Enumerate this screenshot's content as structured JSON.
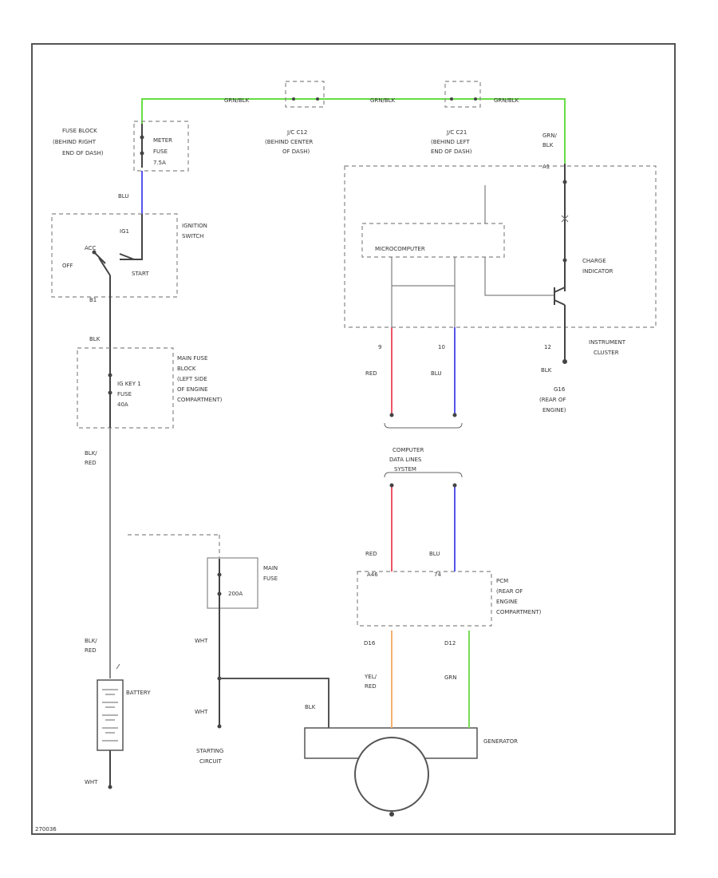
{
  "labels": {
    "wire_color_top_1": "GRN/BLK",
    "wire_color_top_2": "GRN/BLK",
    "wire_color_top_3": "GRN/BLK",
    "fuse_block": [
      "FUSE BLOCK",
      "(BEHIND RIGHT",
      "END OF DASH)"
    ],
    "meter_fuse": [
      "METER",
      "FUSE",
      "7.5A"
    ],
    "jc_center": [
      "J/C C12",
      "(BEHIND CENTER",
      "OF DASH)"
    ],
    "jc_left": [
      "J/C C21",
      "(BEHIND LEFT",
      "END OF DASH)"
    ],
    "grn_blk_right": [
      "GRN/",
      "BLK"
    ],
    "pin_a1": "A1",
    "blu_top": "BLU",
    "ignition_switch": [
      "IGNITION",
      "SWITCH"
    ],
    "ig1": "IG1",
    "acc": "ACC",
    "off": "OFF",
    "start": "START",
    "b1": "B1",
    "blk_mid": "BLK",
    "main_fuse_block": [
      "MAIN FUSE",
      "BLOCK",
      "(LEFT SIDE",
      "OF ENGINE",
      "COMPARTMENT)"
    ],
    "ig_key_fuse": [
      "IG KEY 1",
      "FUSE",
      "40A"
    ],
    "blk_red_1": [
      "BLK/",
      "RED"
    ],
    "microcomputer": "MICROCOMPUTER",
    "charge_indicator": [
      "CHARGE",
      "INDICATOR"
    ],
    "instrument_cluster": [
      "INSTRUMENT",
      "CLUSTER"
    ],
    "pin_9": "9",
    "pin_10": "10",
    "pin_12": "12",
    "red_1": "RED",
    "blu_1": "BLU",
    "blk_gnd": "BLK",
    "ground": [
      "G16",
      "(REAR OF",
      "ENGINE)"
    ],
    "computer_data_lines": [
      "COMPUTER",
      "DATA LINES",
      "SYSTEM"
    ],
    "red_2": "RED",
    "blu_2": "BLU",
    "pin_46": "A46",
    "pin_74": "74",
    "pcm": [
      "PCM",
      "(REAR OF",
      "ENGINE",
      "COMPARTMENT)"
    ],
    "pin_d16": "D16",
    "pin_d12": "D12",
    "main_fuse": [
      "MAIN",
      "FUSE"
    ],
    "fuse_200a": "200A",
    "wht_1": "WHT",
    "wht_2": "WHT",
    "blk_red_2": [
      "BLK/",
      "RED"
    ],
    "battery": "BATTERY",
    "wht_3": "WHT",
    "yel_red": [
      "YEL/",
      "RED"
    ],
    "grn": "GRN",
    "blk_gen": "BLK",
    "generator": "GENERATOR",
    "starting_circuit": [
      "STARTING",
      "CIRCUIT"
    ],
    "diagram_id": "270036"
  },
  "colors": {
    "grn_blk": "#66dd44",
    "blu": "#5555ee",
    "red": "#ee5566",
    "yel_red": "#f5b070",
    "grn": "#77dd55"
  }
}
